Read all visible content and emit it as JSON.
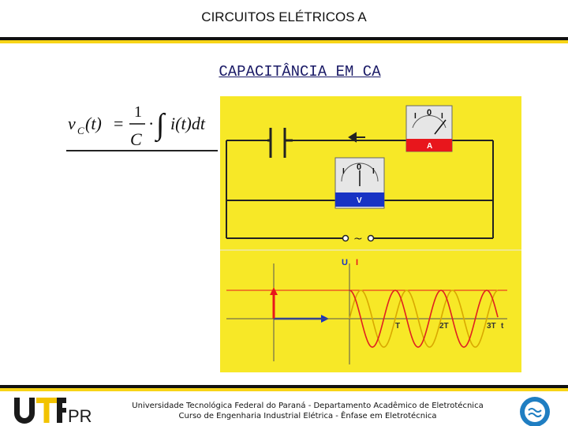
{
  "header": {
    "title": "CIRCUITOS ELÉTRICOS A"
  },
  "slide": {
    "title": "CAPACITÂNCIA EM CA"
  },
  "formula": {
    "lhs_v": "v",
    "lhs_sub": "C",
    "lhs_arg": "(t)",
    "equals": "=",
    "frac_num": "1",
    "frac_den": "C",
    "dot": "·",
    "integral": "∫",
    "integrand": "i(t)dt"
  },
  "simulation": {
    "ammeter_label": "A",
    "voltmeter_label": "V",
    "ammeter_scale": [
      "I",
      "0",
      "I"
    ],
    "voltmeter_scale": [
      "I",
      "0",
      "I"
    ],
    "source_symbol": "~",
    "graph_y_labels": {
      "u": "U",
      "i": "I"
    },
    "graph_x_ticks": [
      "T",
      "2T",
      "3T",
      "t"
    ],
    "colors": {
      "background": "#f7e827",
      "ammeter": "#e8161c",
      "voltmeter": "#1833c4",
      "voltage_wave": "#d9a800",
      "current_wave": "#e02020"
    }
  },
  "footer": {
    "line1": "Universidade Tecnológica Federal do Paraná - Departamento Acadêmico de Eletrotécnica",
    "line2": "Curso de Engenharia Industrial Elétrica - Ênfase em Eletrotécnica",
    "logo_text": "UTFPR"
  }
}
